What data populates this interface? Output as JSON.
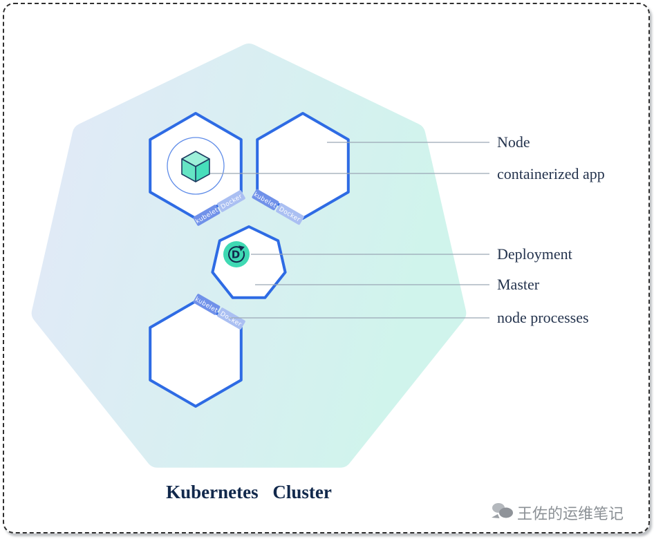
{
  "diagram": {
    "title": "Kubernetes Cluster",
    "side_labels": {
      "node": "Node",
      "containerized_app": "containerized app",
      "deployment": "Deployment",
      "master": "Master",
      "node_processes": "node processes"
    },
    "badges": {
      "kubelet": "kubelet",
      "docker": "Docker"
    },
    "deployment_icon_letter": "D",
    "watermark": "王佐的运维笔记",
    "colors": {
      "kubernetes_blue": "#2e6be4",
      "teal_accent": "#3fd9b3",
      "kubelet_badge_bg": "#7091e9",
      "docker_badge_bg": "#aabff2",
      "cluster_gradient_start": "#e2e9f8",
      "cluster_gradient_end": "#d0f4ec",
      "connector_line": "#9aa6b5",
      "label_text": "#24334d",
      "title_text": "#12294c",
      "watermark_text": "#8b9095",
      "border_dash": "#2e2e2e"
    }
  }
}
